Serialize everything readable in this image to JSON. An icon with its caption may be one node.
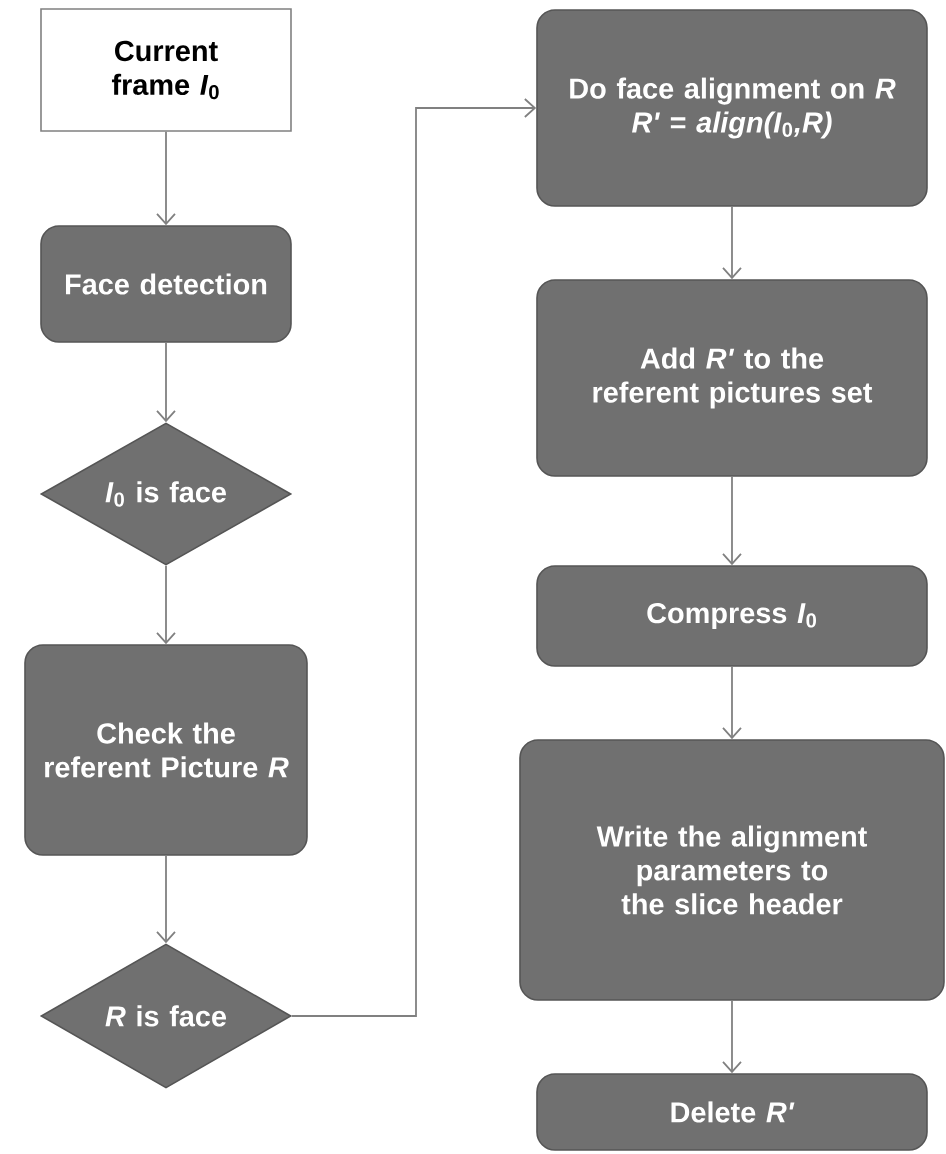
{
  "diagram": {
    "nodes": [
      {
        "text": [
          "Current frame *I*$_{0}$"
        ]
      },
      {
        "text": [
          "Face detection"
        ]
      },
      {
        "text": [
          "*I*$_{0}$ is face"
        ]
      },
      {
        "text": [
          "Check the referent Picture *R*"
        ]
      },
      {
        "text": [
          "*R* is face"
        ]
      },
      {
        "text": [
          "Do face alignment on *R*",
          "*R'* = *align(I*$_{0}$*,R)*"
        ]
      },
      {
        "text": [
          "Add *R'* to the referent pictures set"
        ]
      },
      {
        "text": [
          "Compress *I*$_{0}$"
        ]
      },
      {
        "text": [
          "Write the alignment parameters to the slice header"
        ]
      },
      {
        "text": [
          "Delete *R'*"
        ]
      }
    ],
    "edges": [
      {
        "from": 0,
        "to": 1,
        "arrow": "to"
      },
      {
        "from": 1,
        "to": 2,
        "arrow": "to"
      },
      {
        "from": 2,
        "to": 3,
        "arrow": "to"
      },
      {
        "from": 3,
        "to": 4,
        "arrow": "to"
      },
      {
        "from": 4,
        "to": 5,
        "arrow": "to"
      },
      {
        "from": 5,
        "to": 6,
        "arrow": "to"
      },
      {
        "from": 6,
        "to": 7,
        "arrow": "to"
      },
      {
        "from": 7,
        "to": 8,
        "arrow": "to"
      },
      {
        "from": 8,
        "to": 9,
        "arrow": "to"
      }
    ]
  }
}
